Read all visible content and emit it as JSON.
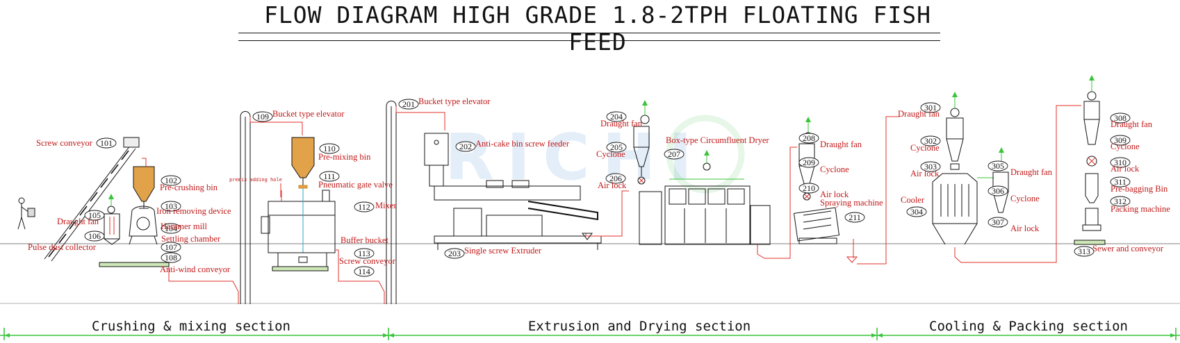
{
  "title": "FLOW DIAGRAM HIGH GRADE 1.8-2TPH FLOATING FISH FEED",
  "watermark": "RICHI",
  "colors": {
    "label": "#c21818",
    "line": "#111111",
    "pipe": "#e0312a",
    "section": "#39c43a",
    "fan_arrow": "#2dbb2d",
    "bin_fill": "#e2a24a"
  },
  "sections": [
    {
      "label": "Crushing & mixing section"
    },
    {
      "label": "Extrusion and Drying section"
    },
    {
      "label": "Cooling & Packing section"
    }
  ],
  "note": "premix adding hole",
  "equipment": [
    {
      "no": "101",
      "name": "Screw conveyor"
    },
    {
      "no": "102",
      "name": "Pre-crushing bin"
    },
    {
      "no": "103",
      "name": "Iron removing device"
    },
    {
      "no": "104",
      "name": "Hammer mill"
    },
    {
      "no": "105",
      "name": "Draught fan"
    },
    {
      "no": "106",
      "name": "Pulse dust collector"
    },
    {
      "no": "107",
      "name": "Settling chamber"
    },
    {
      "no": "108",
      "name": "Anti-wind conveyor"
    },
    {
      "no": "109",
      "name": "Bucket type elevator"
    },
    {
      "no": "110",
      "name": "Pre-mixing bin"
    },
    {
      "no": "111",
      "name": "Pneumatic gate valve"
    },
    {
      "no": "112",
      "name": "Mixer"
    },
    {
      "no": "113",
      "name": "Buffer bucket"
    },
    {
      "no": "114",
      "name": "Screw conveyor"
    },
    {
      "no": "201",
      "name": "Bucket type elevator"
    },
    {
      "no": "202",
      "name": "Anti-cake bin screw feeder"
    },
    {
      "no": "203",
      "name": "Single screw Extruder"
    },
    {
      "no": "204",
      "name": "Draught fan"
    },
    {
      "no": "205",
      "name": "Cyclone"
    },
    {
      "no": "206",
      "name": "Air lock"
    },
    {
      "no": "207",
      "name": "Box-type Circumfluent Dryer"
    },
    {
      "no": "208",
      "name": "Draught fan"
    },
    {
      "no": "209",
      "name": "Cyclone"
    },
    {
      "no": "210",
      "name": "Air lock"
    },
    {
      "no": "211",
      "name": "Spraying machine"
    },
    {
      "no": "301",
      "name": "Draught fan"
    },
    {
      "no": "302",
      "name": "Cyclone"
    },
    {
      "no": "303",
      "name": "Air lock"
    },
    {
      "no": "304",
      "name": "Cooler"
    },
    {
      "no": "305",
      "name": "Draught fan"
    },
    {
      "no": "306",
      "name": "Cyclone"
    },
    {
      "no": "307",
      "name": "Air lock"
    },
    {
      "no": "308",
      "name": "Draught fan"
    },
    {
      "no": "309",
      "name": "Cyclone"
    },
    {
      "no": "310",
      "name": "Air lock"
    },
    {
      "no": "311",
      "name": "Pre-bagging Bin"
    },
    {
      "no": "312",
      "name": "Packing machine"
    },
    {
      "no": "313",
      "name": "Sewer and conveyor"
    }
  ]
}
